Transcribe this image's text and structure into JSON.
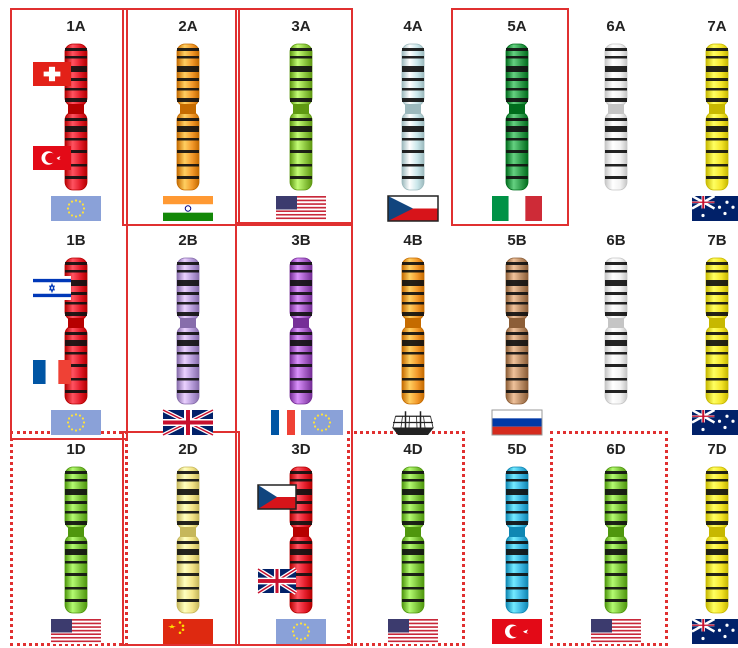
{
  "colors": {
    "box": "#e03030",
    "band": "#111111"
  },
  "cells": [
    {
      "id": "1A",
      "label": "1A",
      "row": 0,
      "col": 0,
      "color": "#e31c2a",
      "flags": [
        "switzerland",
        "turkey"
      ],
      "bottom_flag": "eu"
    },
    {
      "id": "2A",
      "label": "2A",
      "row": 0,
      "col": 1,
      "color": "#f2982a",
      "flags": [],
      "bottom_flag": "india"
    },
    {
      "id": "3A",
      "label": "3A",
      "row": 0,
      "col": 2,
      "color": "#8cc63f",
      "flags": [],
      "bottom_flag": "usa"
    },
    {
      "id": "4A",
      "label": "4A",
      "row": 0,
      "col": 3,
      "color": "#c9e6ea",
      "flags": [],
      "bottom_flag": "czech"
    },
    {
      "id": "5A",
      "label": "5A",
      "row": 0,
      "col": 4,
      "color": "#2e9a4a",
      "flags": [],
      "bottom_flag": "italy"
    },
    {
      "id": "6A",
      "label": "6A",
      "row": 0,
      "col": 5,
      "color": "#f2f2f2",
      "flags": [],
      "bottom_flag": ""
    },
    {
      "id": "7A",
      "label": "7A",
      "row": 0,
      "col": 6,
      "color": "#f4e52a",
      "flags": [],
      "bottom_flag": "australia"
    },
    {
      "id": "1B",
      "label": "1B",
      "row": 1,
      "col": 0,
      "color": "#e31c2a",
      "flags": [
        "israel",
        "france"
      ],
      "bottom_flag": "eu"
    },
    {
      "id": "2B",
      "label": "2B",
      "row": 1,
      "col": 1,
      "color": "#b49ad8",
      "flags": [],
      "bottom_flag": "uk"
    },
    {
      "id": "3B",
      "label": "3B",
      "row": 1,
      "col": 2,
      "color": "#a35bc4",
      "flags": [],
      "bottom_flag": "france+eu"
    },
    {
      "id": "4B",
      "label": "4B",
      "row": 1,
      "col": 3,
      "color": "#f2982a",
      "flags": [],
      "bottom_flag": "ship"
    },
    {
      "id": "5B",
      "label": "5B",
      "row": 1,
      "col": 4,
      "color": "#b98b64",
      "flags": [],
      "bottom_flag": "russia"
    },
    {
      "id": "6B",
      "label": "6B",
      "row": 1,
      "col": 5,
      "color": "#f2f2f2",
      "flags": [],
      "bottom_flag": ""
    },
    {
      "id": "7B",
      "label": "7B",
      "row": 1,
      "col": 6,
      "color": "#f4e52a",
      "flags": [],
      "bottom_flag": "australia"
    },
    {
      "id": "1D",
      "label": "1D",
      "row": 2,
      "col": 0,
      "color": "#7cc43a",
      "flags": [],
      "bottom_flag": "usa"
    },
    {
      "id": "2D",
      "label": "2D",
      "row": 2,
      "col": 1,
      "color": "#f3e488",
      "flags": [],
      "bottom_flag": "china"
    },
    {
      "id": "3D",
      "label": "3D",
      "row": 2,
      "col": 2,
      "color": "#e31c2a",
      "flags": [
        "czech",
        "uk"
      ],
      "bottom_flag": "eu"
    },
    {
      "id": "4D",
      "label": "4D",
      "row": 2,
      "col": 3,
      "color": "#7cc43a",
      "flags": [],
      "bottom_flag": "usa"
    },
    {
      "id": "5D",
      "label": "5D",
      "row": 2,
      "col": 4,
      "color": "#3cb4e0",
      "flags": [],
      "bottom_flag": "turkey"
    },
    {
      "id": "6D",
      "label": "6D",
      "row": 2,
      "col": 5,
      "color": "#7cc43a",
      "flags": [],
      "bottom_flag": "usa"
    },
    {
      "id": "7D",
      "label": "7D",
      "row": 2,
      "col": 6,
      "color": "#f4e52a",
      "flags": [],
      "bottom_flag": "australia"
    }
  ],
  "highlight_boxes": [
    {
      "style": "solid",
      "cells": [
        "1A",
        "1B"
      ]
    },
    {
      "style": "solid",
      "cells": [
        "2A"
      ]
    },
    {
      "style": "solid",
      "cells": [
        "3A"
      ]
    },
    {
      "style": "solid",
      "cells": [
        "5A"
      ]
    },
    {
      "style": "solid",
      "cells": [
        "3B",
        "3D"
      ]
    },
    {
      "style": "solid",
      "cells": [
        "2D"
      ]
    },
    {
      "style": "dotted",
      "cells": [
        "1D"
      ]
    },
    {
      "style": "dotted",
      "cells": [
        "4D"
      ]
    },
    {
      "style": "dotted",
      "cells": [
        "6D"
      ]
    }
  ]
}
